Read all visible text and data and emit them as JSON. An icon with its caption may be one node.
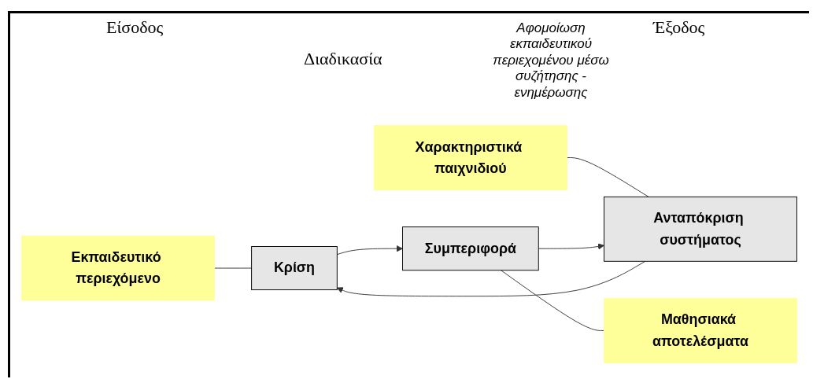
{
  "diagram": {
    "nodes": [
      {
        "text": [
          "Εκπαιδευτικό περιεχόμενο"
        ]
      },
      {
        "text": [
          "Χαρακτηριστικά παιχνιδιού"
        ]
      },
      {
        "text": [
          "Κρίση"
        ]
      },
      {
        "text": [
          "Συμπεριφορά"
        ]
      },
      {
        "text": [
          "Ανταπόκριση συστήματος"
        ]
      },
      {
        "text": [
          "Μαθησιακά αποτελέσματα"
        ]
      }
    ],
    "edges": [
      {
        "from": 0,
        "to": 2,
        "arrow": "none"
      },
      {
        "from": 1,
        "to": 4,
        "arrow": "none"
      },
      {
        "from": 2,
        "to": 3,
        "arrow": "to"
      },
      {
        "from": 3,
        "to": 4,
        "arrow": "to"
      },
      {
        "from": 4,
        "to": 2,
        "arrow": "to"
      },
      {
        "from": 3,
        "to": 5,
        "arrow": "none"
      }
    ],
    "labels": [
      "Είσοδος",
      "Διαδικασία",
      "Αφομοίωση εκπαιδευτικού περιεχομένου μέσω συζήτησης - ενημέρωσης",
      "Έξοδος"
    ]
  }
}
